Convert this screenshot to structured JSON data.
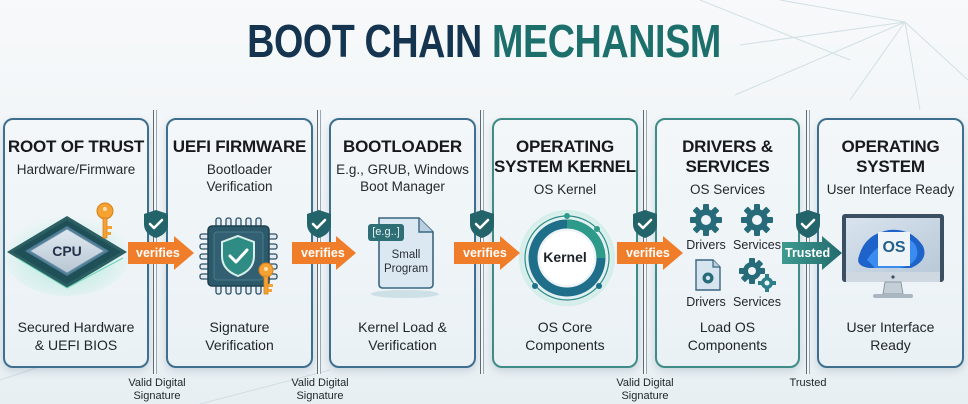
{
  "title": {
    "part1": "BOOT CHAIN",
    "part2": "MECHANISM"
  },
  "colors": {
    "title_dark": "#14344f",
    "title_teal": "#1d6f6c",
    "arrow_orange": "#f07d2a",
    "arrow_teal": "#2f7f7b",
    "shield": "#23636a",
    "border_blue": "#3f6f8e",
    "border_teal": "#3f8b88",
    "key_orange": "#f5a233"
  },
  "stages": [
    {
      "title_lines": [
        "ROOT OF TRUST"
      ],
      "subtitle_lines": [
        "Hardware/Firmware"
      ],
      "icon": "cpu-chip-with-key",
      "icon_label": "CPU",
      "footer_lines": [
        "Secured Hardware",
        "& UEFI BIOS"
      ]
    },
    {
      "title_lines": [
        "UEFI FIRMWARE"
      ],
      "subtitle_lines": [
        "Bootloader",
        "Verification"
      ],
      "icon": "secure-chip-shield-key",
      "footer_lines": [
        "Signature",
        "Verification"
      ]
    },
    {
      "title_lines": [
        "BOOTLOADER"
      ],
      "subtitle_lines": [
        "E.g., GRUB, Windows",
        "Boot Manager"
      ],
      "icon": "document-file",
      "icon_tag": "[e.g..]",
      "icon_label_lines": [
        "Small",
        "Program"
      ],
      "footer_lines": [
        "Kernel Load &",
        "Verification"
      ]
    },
    {
      "title_lines": [
        "OPERATING",
        "SYSTEM KERNEL"
      ],
      "subtitle_lines": [
        "OS Kernel"
      ],
      "icon": "kernel-ring",
      "icon_label": "Kernel",
      "footer_lines": [
        "OS Core",
        "Components"
      ]
    },
    {
      "title_lines": [
        "DRIVERS &",
        "SERVICES"
      ],
      "subtitle_lines": [
        "OS Services"
      ],
      "icon": "gears",
      "grid_labels": [
        "Drivers",
        "Services",
        "Drivers",
        "Services"
      ],
      "footer_lines": [
        "Load OS",
        "Components"
      ]
    },
    {
      "title_lines": [
        "OPERATING",
        "SYSTEM"
      ],
      "subtitle_lines": [
        "User Interface Ready"
      ],
      "icon": "desktop-monitor",
      "icon_label": "OS",
      "footer_lines": [
        "User Interface",
        "Ready"
      ]
    }
  ],
  "connectors": [
    {
      "arrow_label": "verifies",
      "caption_lines": [
        "Valid Digital",
        "Signature"
      ],
      "style": "orange"
    },
    {
      "arrow_label": "verifies",
      "caption_lines": [
        "Valid Digital",
        "Signature"
      ],
      "style": "orange"
    },
    {
      "arrow_label": "verifies",
      "caption_lines": [],
      "style": "orange"
    },
    {
      "arrow_label": "verifies",
      "caption_lines": [
        "Valid Digital",
        "Signature"
      ],
      "style": "orange"
    },
    {
      "arrow_label": "Trusted",
      "caption_lines": [
        "Trusted"
      ],
      "style": "teal"
    }
  ]
}
